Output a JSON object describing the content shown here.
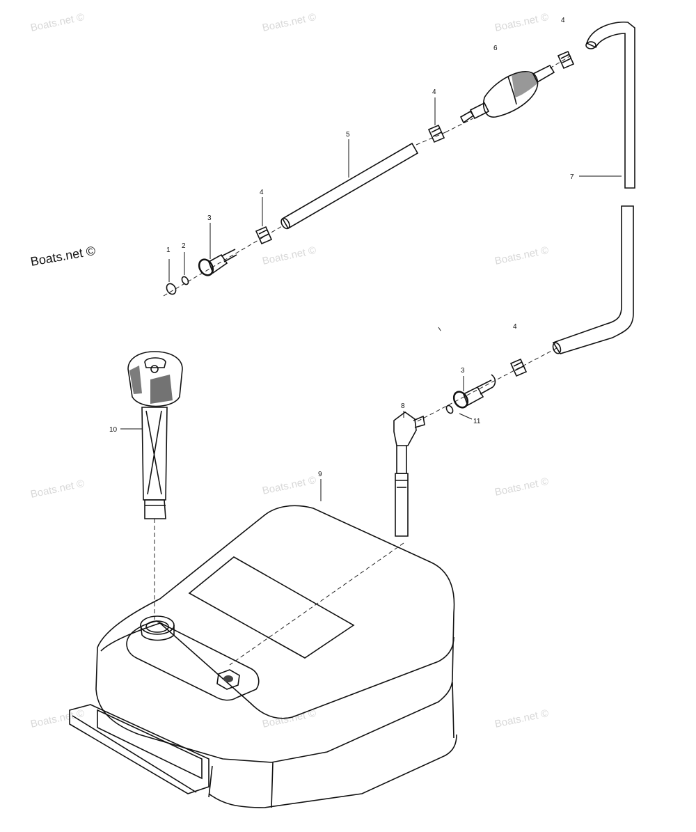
{
  "watermarks": {
    "text": "Boats.net ©",
    "tiles": [
      "Boats.net ©",
      "Boats.net ©",
      "Boats.net ©",
      "Boats.net ©",
      "Boats.net ©",
      "Boats.net ©",
      "Boats.net ©",
      "Boats.net ©",
      "Boats.net ©",
      "Boats.net ©",
      "Boats.net ©"
    ],
    "prominent": "Boats.net ©"
  },
  "callouts": {
    "c1": "1",
    "c2": "2",
    "c3_top": "3",
    "c4_a": "4",
    "c5": "5",
    "c4_b": "4",
    "c6": "6",
    "c4_c": "4",
    "c7": "7",
    "c4_d": "4",
    "c3_bottom": "3",
    "c8": "8",
    "c11": "11",
    "c10": "10",
    "c9": "9"
  },
  "colors": {
    "line": "#111111",
    "watermark": "#d8d8d8",
    "background": "#ffffff"
  }
}
